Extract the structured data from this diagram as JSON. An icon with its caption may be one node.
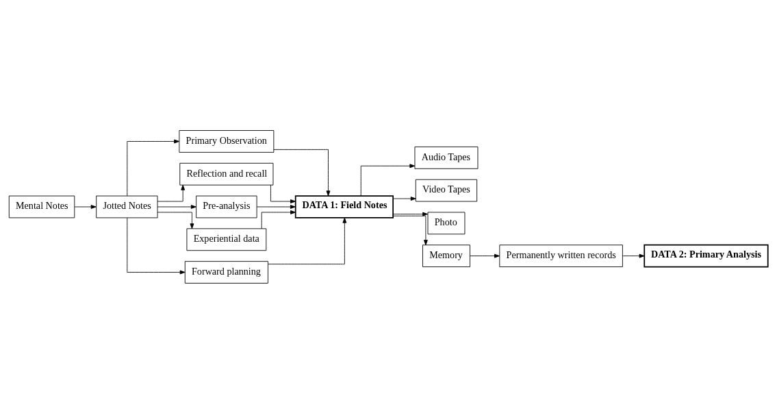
{
  "diagram": {
    "nodes": [
      {
        "text": [
          "Mental Notes"
        ]
      },
      {
        "text": [
          "Jotted Notes"
        ]
      },
      {
        "text": [
          "Primary Observation"
        ]
      },
      {
        "text": [
          "Reflection and recall"
        ]
      },
      {
        "text": [
          "Pre-analysis"
        ]
      },
      {
        "text": [
          "Experiential data"
        ]
      },
      {
        "text": [
          "Forward planning"
        ]
      },
      {
        "text": [
          "DATA 1: Field Notes"
        ]
      },
      {
        "text": [
          "Audio Tapes"
        ]
      },
      {
        "text": [
          "Video Tapes"
        ]
      },
      {
        "text": [
          "Photo"
        ]
      },
      {
        "text": [
          "Memory"
        ]
      },
      {
        "text": [
          "Permanently written records"
        ]
      },
      {
        "text": [
          "DATA 2: Primary Analysis"
        ]
      }
    ],
    "edges": [
      {
        "from": 0,
        "to": 1,
        "arrow": "to"
      },
      {
        "from": 1,
        "to": 2,
        "arrow": "to"
      },
      {
        "from": 1,
        "to": 3,
        "arrow": "to"
      },
      {
        "from": 1,
        "to": 4,
        "arrow": "to"
      },
      {
        "from": 1,
        "to": 5,
        "arrow": "to"
      },
      {
        "from": 1,
        "to": 6,
        "arrow": "to"
      },
      {
        "from": 2,
        "to": 7,
        "arrow": "to"
      },
      {
        "from": 3,
        "to": 7,
        "arrow": "to"
      },
      {
        "from": 4,
        "to": 7,
        "arrow": "to"
      },
      {
        "from": 5,
        "to": 7,
        "arrow": "to"
      },
      {
        "from": 6,
        "to": 7,
        "arrow": "to"
      },
      {
        "from": 7,
        "to": 8,
        "arrow": "to"
      },
      {
        "from": 7,
        "to": 9,
        "arrow": "to"
      },
      {
        "from": 7,
        "to": 10,
        "arrow": "to"
      },
      {
        "from": 7,
        "to": 11,
        "arrow": "to"
      },
      {
        "from": 11,
        "to": 12,
        "arrow": "to"
      },
      {
        "from": 12,
        "to": 13,
        "arrow": "to"
      }
    ]
  }
}
